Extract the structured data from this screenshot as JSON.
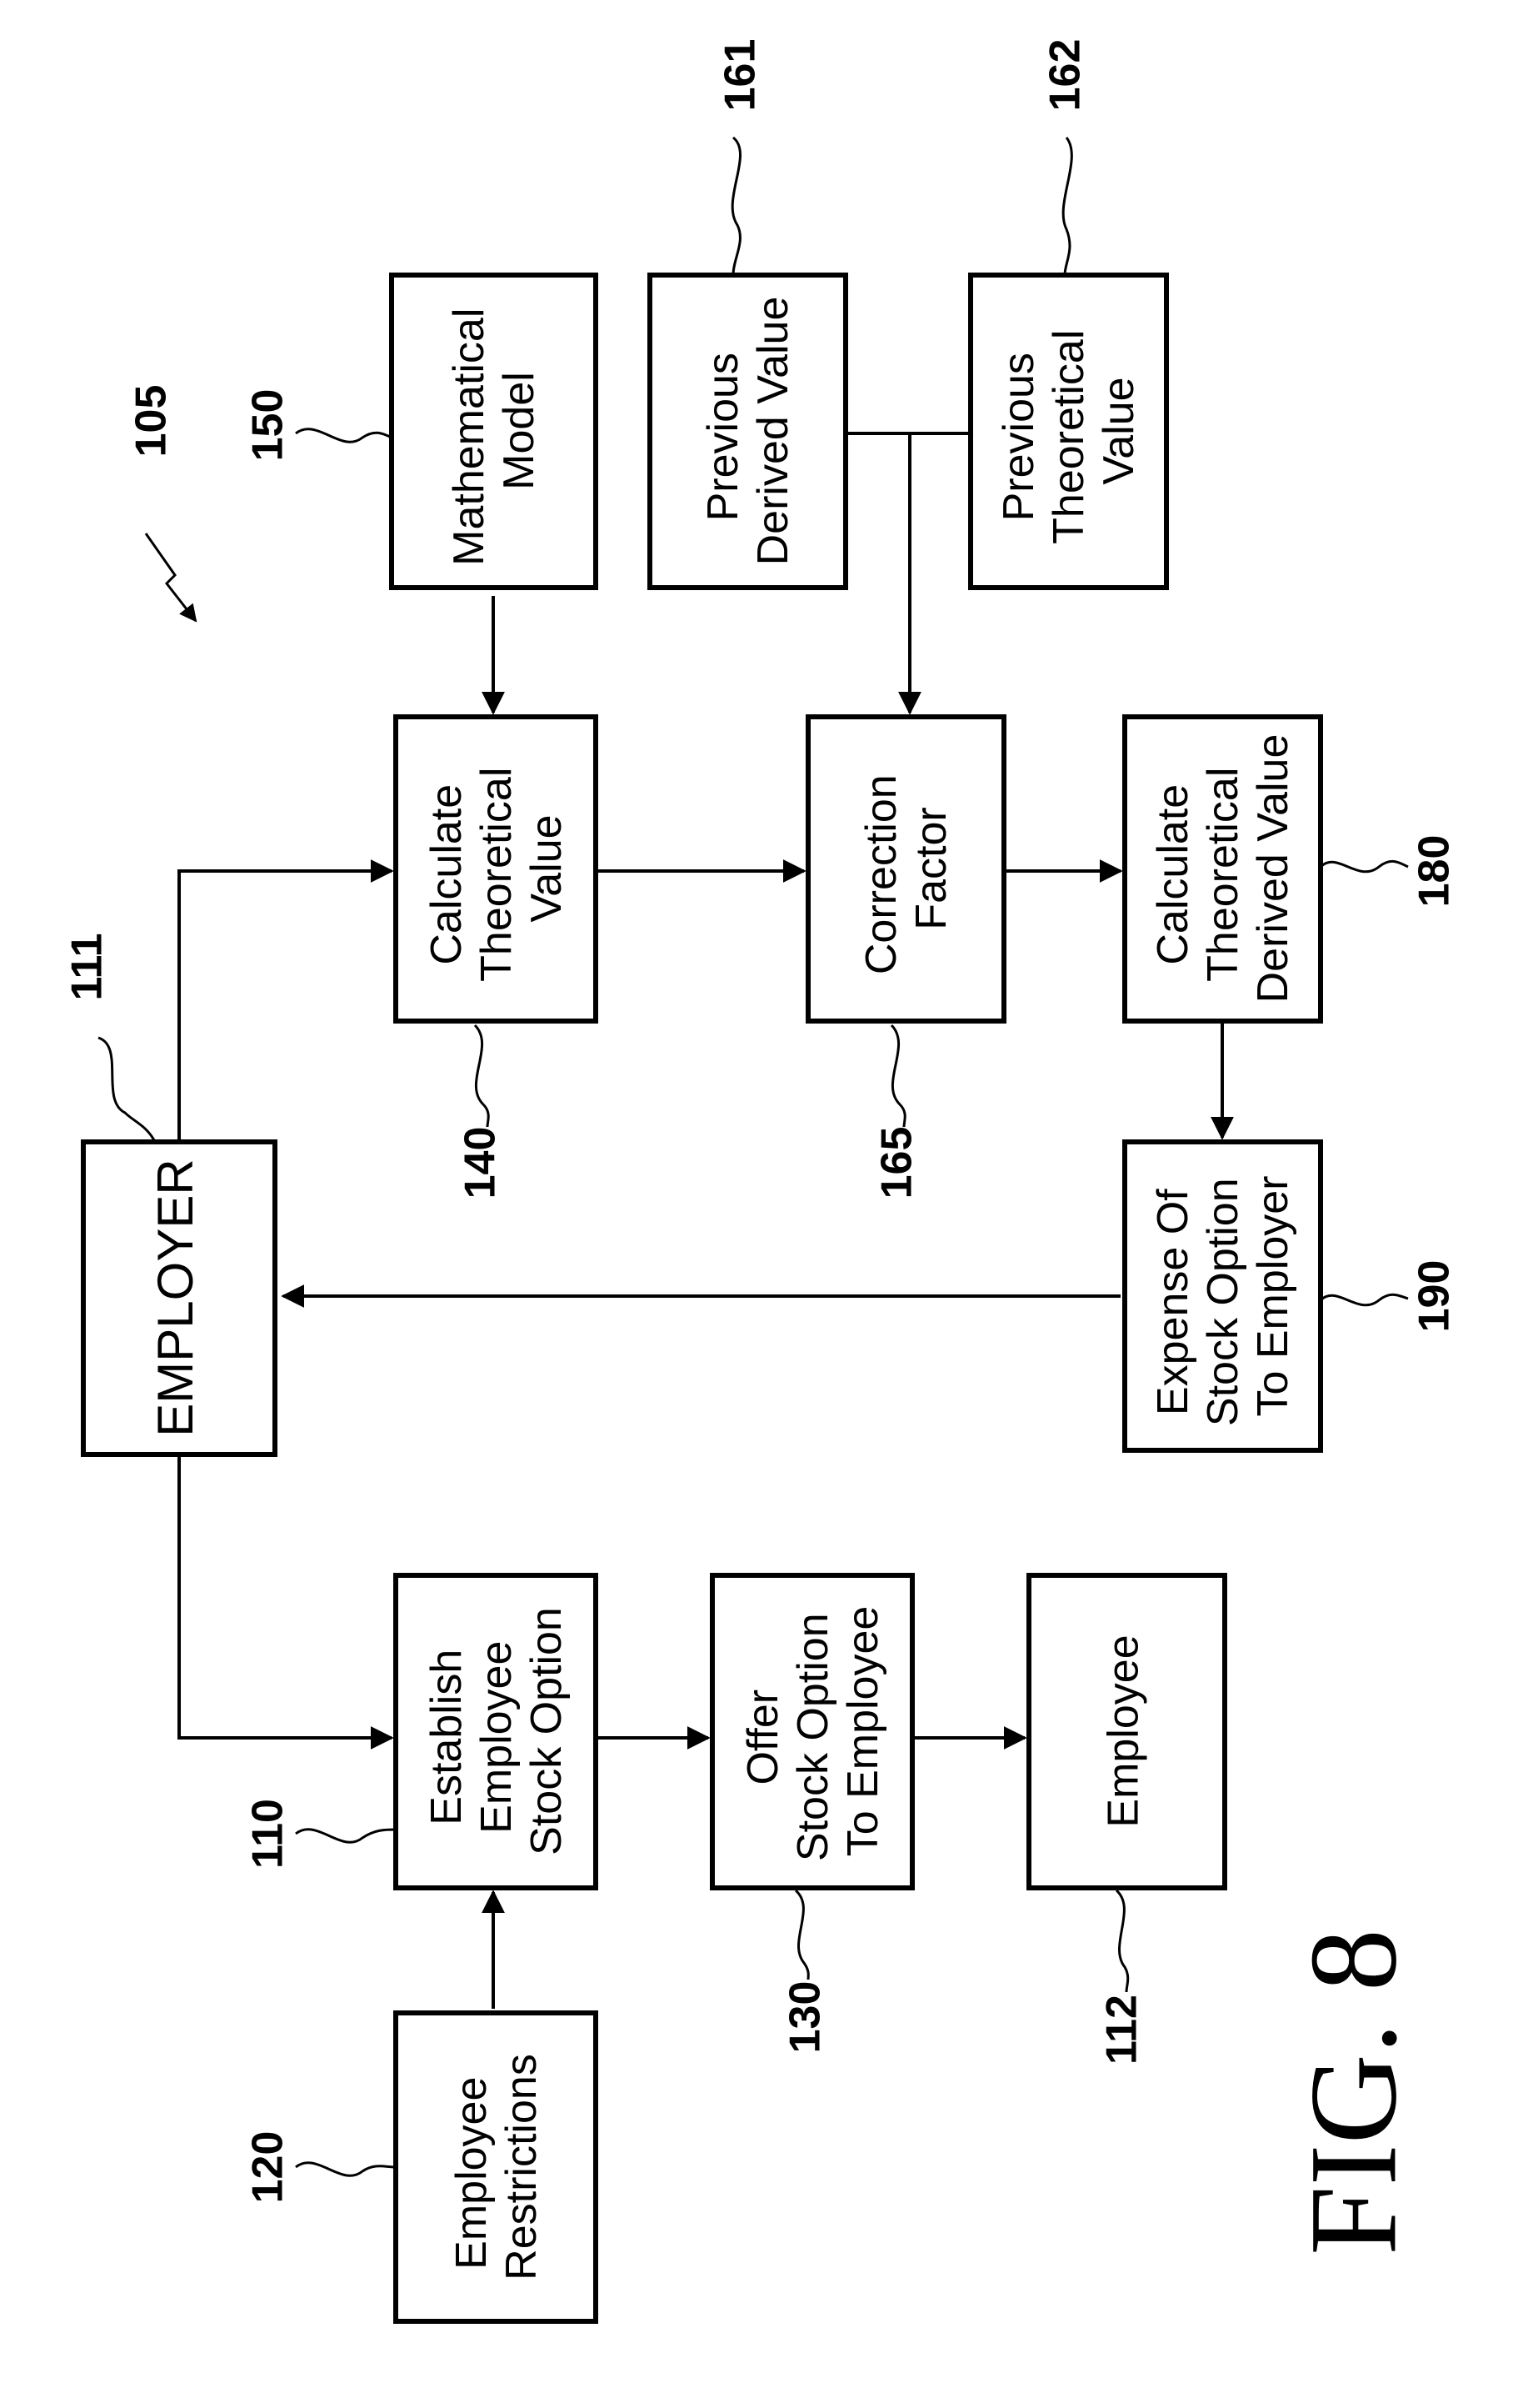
{
  "figure_label": "FIG. 8",
  "ref_105": "105",
  "boxes": {
    "employer": {
      "ref": "111",
      "lines": [
        "EMPLOYER"
      ]
    },
    "employee_restrictions": {
      "ref": "120",
      "lines": [
        "Employee",
        "Restrictions"
      ]
    },
    "establish_option": {
      "ref": "110",
      "lines": [
        "Establish",
        "Employee",
        "Stock Option"
      ]
    },
    "offer_option": {
      "ref": "130",
      "lines": [
        "Offer",
        "Stock Option",
        "To Employee"
      ]
    },
    "employee": {
      "ref": "112",
      "lines": [
        "Employee"
      ]
    },
    "calc_theoretical": {
      "ref": "140",
      "lines": [
        "Calculate",
        "Theoretical",
        "Value"
      ]
    },
    "mathematical_model": {
      "ref": "150",
      "lines": [
        "Mathematical",
        "Model"
      ]
    },
    "correction_factor": {
      "ref": "165",
      "lines": [
        "Correction",
        "Factor"
      ]
    },
    "prev_derived": {
      "ref": "161",
      "lines": [
        "Previous",
        "Derived Value"
      ]
    },
    "prev_theoretical": {
      "ref": "162",
      "lines": [
        "Previous",
        "Theoretical",
        "Value"
      ]
    },
    "calc_derived": {
      "ref": "180",
      "lines": [
        "Calculate",
        "Theoretical",
        "Derived Value"
      ]
    },
    "expense": {
      "ref": "190",
      "lines": [
        "Expense Of",
        "Stock Option",
        "To Employer"
      ]
    }
  }
}
